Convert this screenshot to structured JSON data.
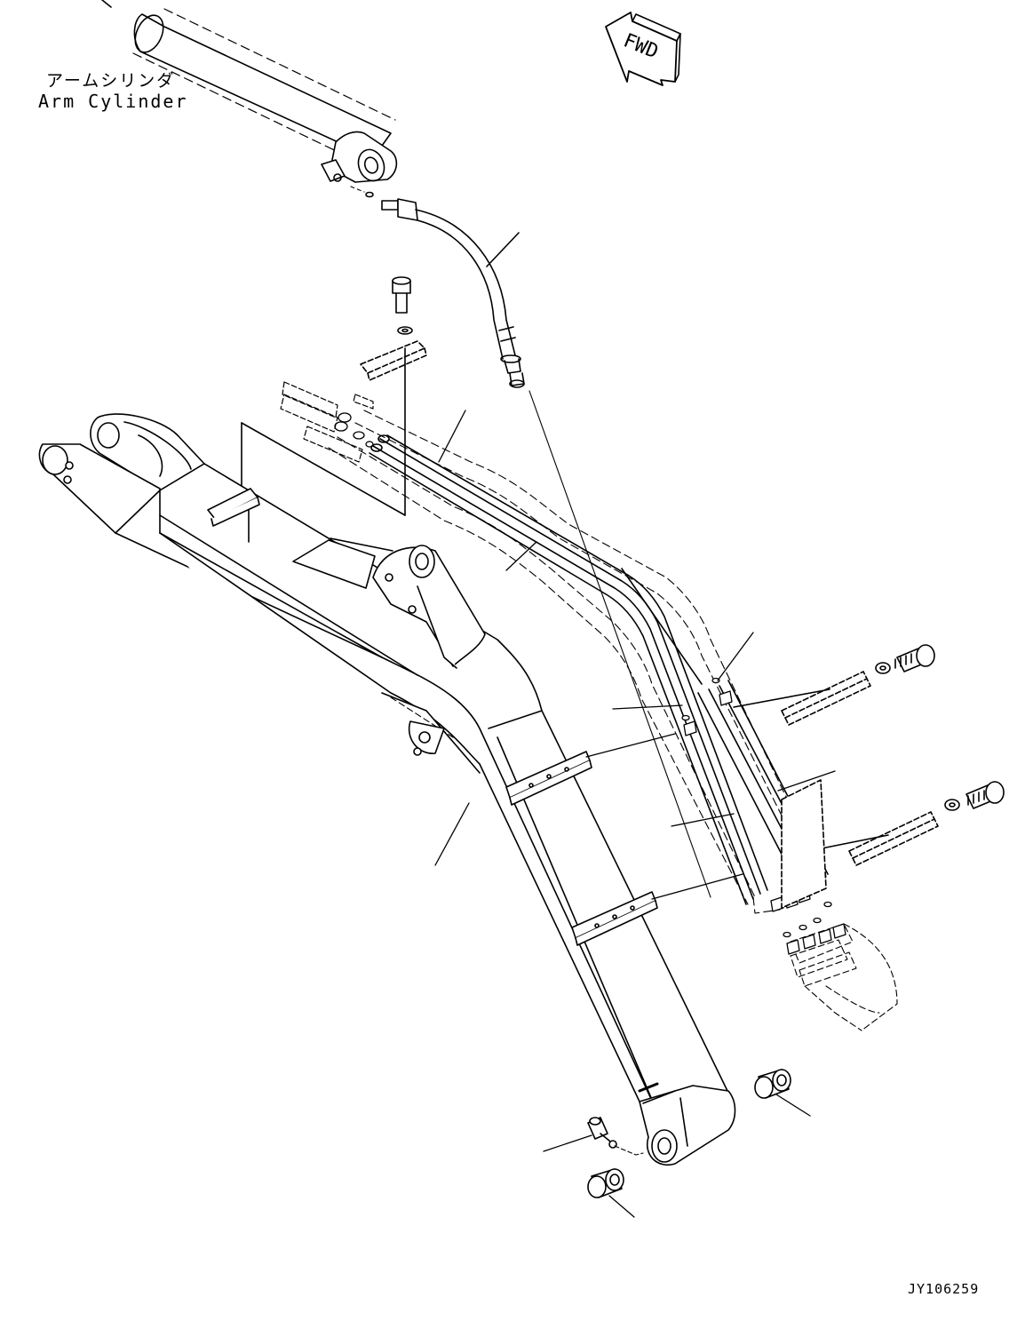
{
  "labels": {
    "arm_cylinder_jp": "アームシリンダ",
    "arm_cylinder_en": "Arm Cylinder",
    "fwd": "FWD",
    "drawing_id": "JY106259"
  },
  "colors": {
    "line": "#000000",
    "background": "#ffffff"
  }
}
